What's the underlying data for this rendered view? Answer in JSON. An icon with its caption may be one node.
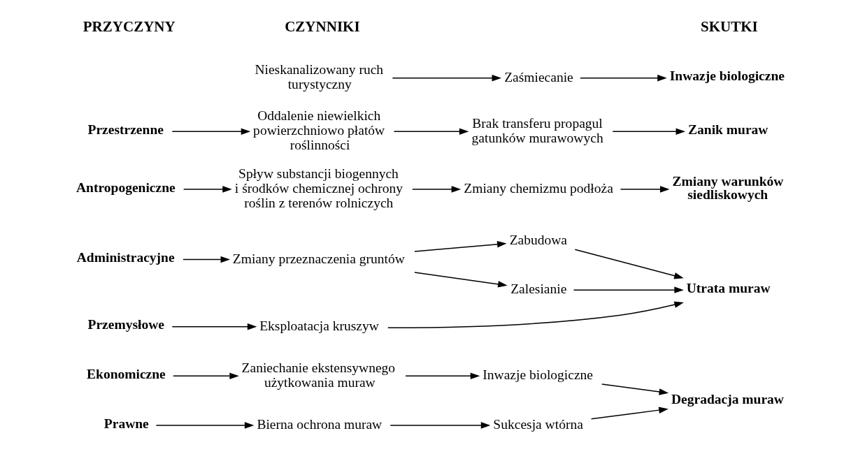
{
  "diagram": {
    "nodes": [
      {
        "text": [
          "Ekonomiczne"
        ]
      },
      {
        "text": [
          "Prawne"
        ]
      },
      {
        "text": [
          "Administracyjne"
        ]
      },
      {
        "text": [
          "Przemysłowe"
        ]
      },
      {
        "text": [
          "Antropogeniczne"
        ]
      },
      {
        "text": [
          "Przestrzenne"
        ]
      },
      {
        "text": [
          "Zaniechanie ekstensywnego użytkowania muraw"
        ]
      },
      {
        "text": [
          "Bierna ochrona muraw"
        ]
      },
      {
        "text": [
          "Zmiany przeznaczenia gruntów"
        ]
      },
      {
        "text": [
          "Zabudowa"
        ]
      },
      {
        "text": [
          "Zalesianie"
        ]
      },
      {
        "text": [
          "Eksploatacja kruszyw"
        ]
      },
      {
        "text": [
          "Spływ substancji biogennych i środków chemicznej ochrony roślin z terenów rolniczych"
        ]
      },
      {
        "text": [
          "Nieskanalizowany ruch turystyczny"
        ]
      },
      {
        "text": [
          "Zaśmiecanie"
        ]
      },
      {
        "text": [
          "Oddalenie niewielkich powierzchniowo płatów roślinności"
        ]
      },
      {
        "text": [
          "Sukcesja wtórna"
        ]
      },
      {
        "text": [
          "Inwazje biologiczne"
        ]
      },
      {
        "text": [
          "Zmiany chemizmu podłoża"
        ]
      },
      {
        "text": [
          "Brak transferu propagul gatunków murawowych"
        ]
      },
      {
        "text": [
          "Degradacja muraw"
        ]
      },
      {
        "text": [
          "Utrata muraw"
        ]
      },
      {
        "text": [
          "Zmiany warunków siedliskowych"
        ]
      },
      {
        "text": [
          "Inwazje biologiczne"
        ]
      },
      {
        "text": [
          "Zanik muraw"
        ]
      }
    ],
    "edges": [
      {
        "from": 0,
        "to": 6,
        "arrow": "to"
      },
      {
        "from": 1,
        "to": 7,
        "arrow": "to"
      },
      {
        "from": 6,
        "to": 17,
        "arrow": "to"
      },
      {
        "from": 7,
        "to": 16,
        "arrow": "to"
      },
      {
        "from": 16,
        "to": 20,
        "arrow": "to"
      },
      {
        "from": 17,
        "to": 20,
        "arrow": "to"
      },
      {
        "from": 2,
        "to": 8,
        "arrow": "to"
      },
      {
        "from": 8,
        "to": 9,
        "arrow": "to"
      },
      {
        "from": 8,
        "to": 10,
        "arrow": "to"
      },
      {
        "from": 9,
        "to": 21,
        "arrow": "to"
      },
      {
        "from": 10,
        "to": 21,
        "arrow": "to"
      },
      {
        "from": 3,
        "to": 11,
        "arrow": "to"
      },
      {
        "from": 11,
        "to": 21,
        "arrow": "to"
      },
      {
        "from": 4,
        "to": 12,
        "arrow": "to"
      },
      {
        "from": 12,
        "to": 18,
        "arrow": "to"
      },
      {
        "from": 18,
        "to": 22,
        "arrow": "to"
      },
      {
        "from": 13,
        "to": 14,
        "arrow": "to"
      },
      {
        "from": 14,
        "to": 23,
        "arrow": "to"
      },
      {
        "from": 5,
        "to": 15,
        "arrow": "to"
      },
      {
        "from": 15,
        "to": 19,
        "arrow": "to"
      },
      {
        "from": 19,
        "to": 24,
        "arrow": "to"
      }
    ],
    "labels": [
      "PRZYCZYNY",
      "CZYNNIKI",
      "SKUTKI"
    ]
  }
}
